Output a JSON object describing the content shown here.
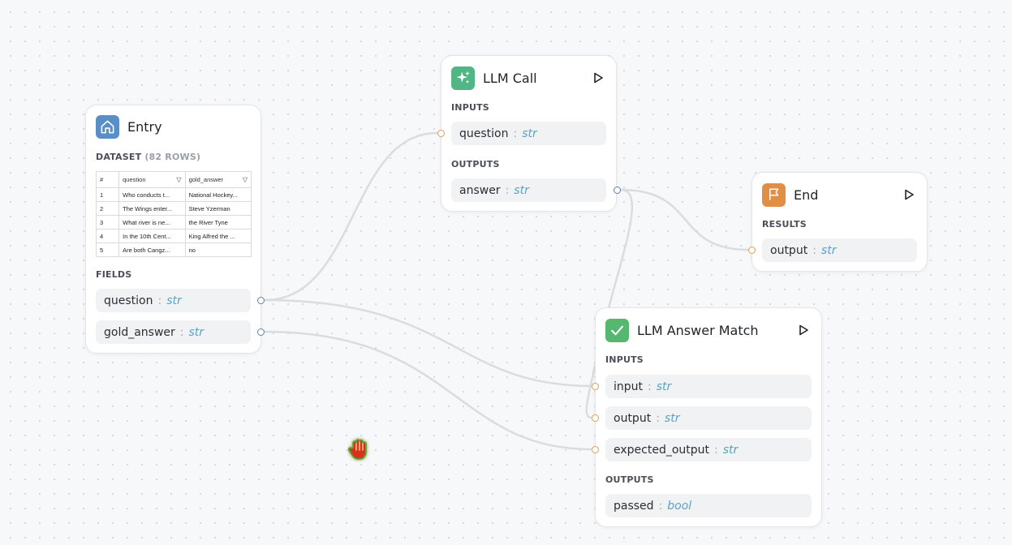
{
  "nodes": {
    "entry": {
      "title": "Entry",
      "icon": "home-icon",
      "icon_color": "#5a8ec7",
      "dataset_label": "DATASET",
      "dataset_count": "(82 ROWS)",
      "table": {
        "columns": [
          "#",
          "question",
          "gold_answer"
        ],
        "rows": [
          [
            "1",
            "Who conducts t...",
            "National Hockey..."
          ],
          [
            "2",
            "The Wings enter...",
            "Steve Yzerman"
          ],
          [
            "3",
            "What river is ne...",
            "the River Tyne"
          ],
          [
            "4",
            "In the 10th Cent...",
            "King Alfred the ..."
          ],
          [
            "5",
            "Are both Cangz...",
            "no"
          ]
        ]
      },
      "fields_label": "FIELDS",
      "fields": [
        {
          "name": "question",
          "type": "str"
        },
        {
          "name": "gold_answer",
          "type": "str"
        }
      ]
    },
    "llm_call": {
      "title": "LLM Call",
      "icon": "sparkles-icon",
      "icon_color": "#52b585",
      "inputs_label": "INPUTS",
      "inputs": [
        {
          "name": "question",
          "type": "str"
        }
      ],
      "outputs_label": "OUTPUTS",
      "outputs": [
        {
          "name": "answer",
          "type": "str"
        }
      ]
    },
    "end": {
      "title": "End",
      "icon": "flag-icon",
      "icon_color": "#e08f45",
      "results_label": "RESULTS",
      "results": [
        {
          "name": "output",
          "type": "str"
        }
      ]
    },
    "match": {
      "title": "LLM Answer Match",
      "icon": "checkmark-icon",
      "icon_color": "#56b870",
      "inputs_label": "INPUTS",
      "inputs": [
        {
          "name": "input",
          "type": "str"
        },
        {
          "name": "output",
          "type": "str"
        },
        {
          "name": "expected_output",
          "type": "str"
        }
      ],
      "outputs_label": "OUTPUTS",
      "outputs": [
        {
          "name": "passed",
          "type": "bool"
        }
      ]
    }
  },
  "colors": {
    "edge": "#dadcdf",
    "input_port": "#e89a4e",
    "output_port": "#5f7fa8",
    "type_text": "#5aa3c4"
  },
  "cursor": "grab-hand-cursor-icon"
}
